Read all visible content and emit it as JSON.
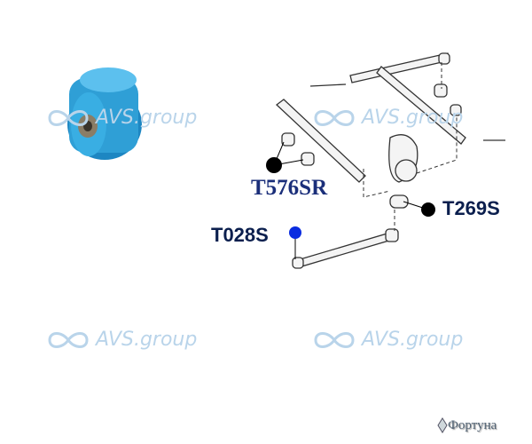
{
  "watermark": {
    "text": "AVS.group"
  },
  "parts": [
    {
      "code": "T576SR",
      "marker_color": "#000000"
    },
    {
      "code": "T269S",
      "marker_color": "#000000"
    },
    {
      "code": "T028S",
      "marker_color": "#0a2ce0"
    }
  ],
  "brand": {
    "text": "Фортуна"
  },
  "colors": {
    "bushing": "#2f9fd6",
    "watermark": "#b9d4ea"
  }
}
